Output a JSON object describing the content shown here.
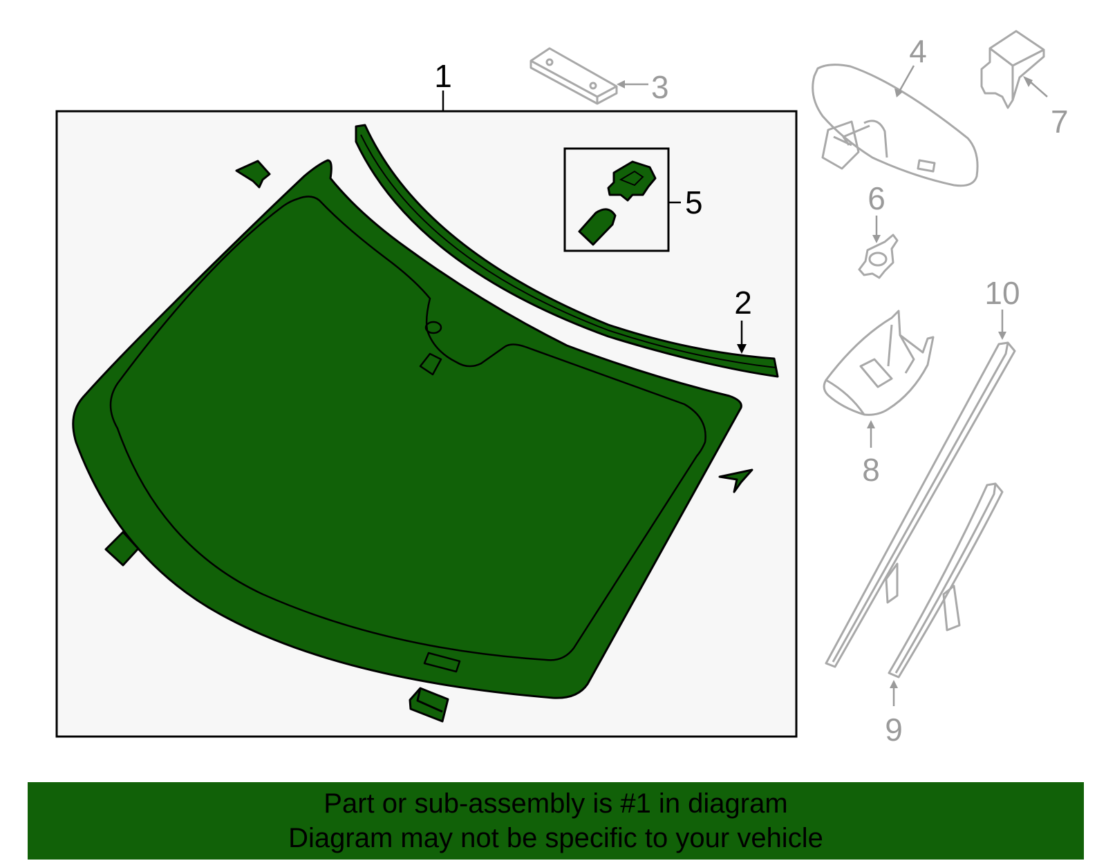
{
  "diagram": {
    "colors": {
      "highlight": "#116108",
      "outline": "#000000",
      "gray_part": "#a8a8a8",
      "panel_bg": "#f7f7f7"
    },
    "callouts": {
      "c1": "1",
      "c2": "2",
      "c3": "3",
      "c4": "4",
      "c5": "5",
      "c6": "6",
      "c7": "7",
      "c8": "8",
      "c9": "9",
      "c10": "10"
    }
  },
  "banner": {
    "line1": "Part or sub-assembly is #1 in diagram",
    "line2": "Diagram may not be specific to your vehicle"
  }
}
